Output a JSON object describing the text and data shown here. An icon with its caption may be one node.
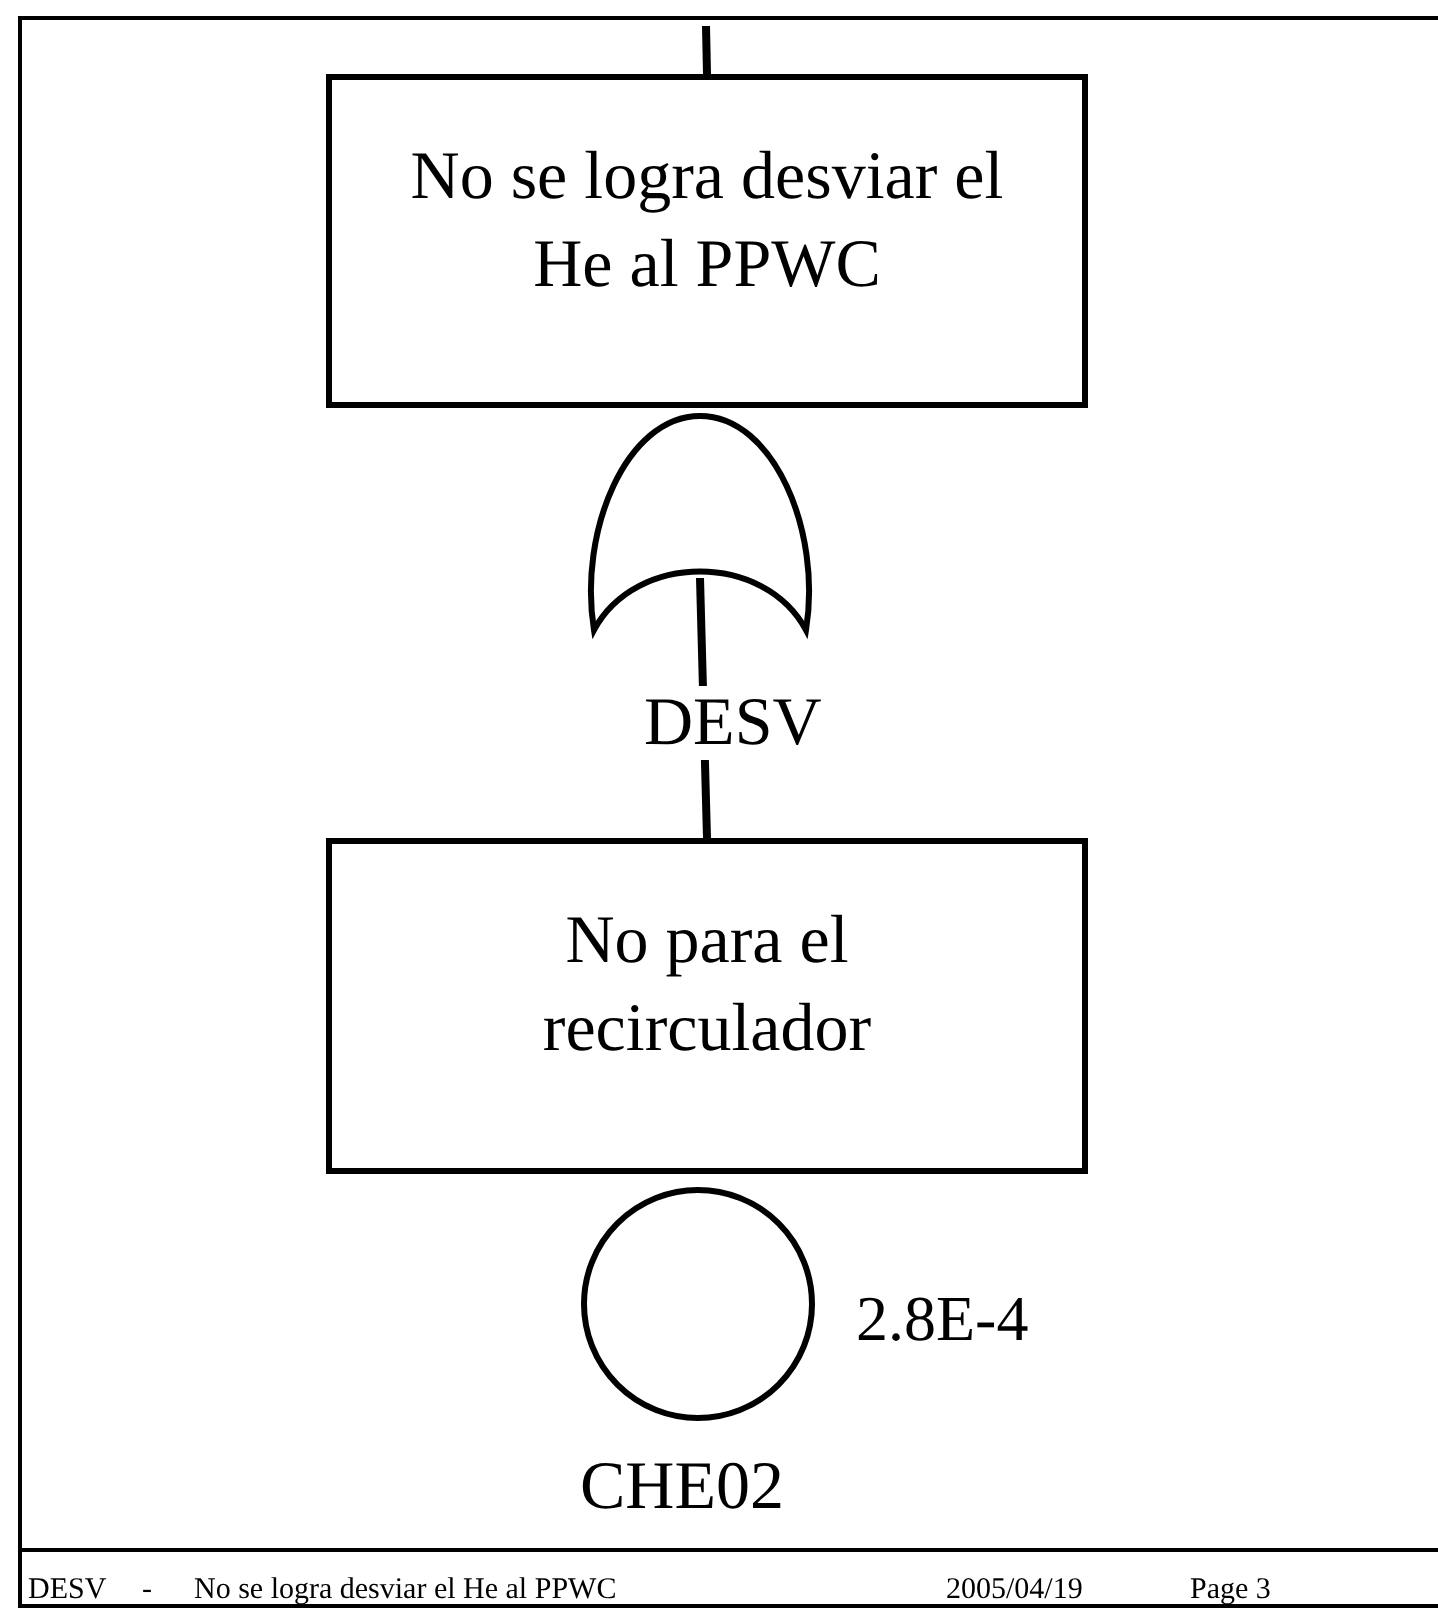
{
  "diagram": {
    "nodes": [
      {
        "text": [
          "No se logra desviar el He al PPWC"
        ]
      },
      {
        "text": [],
        "shape": "gate",
        "beside": [
          "DESV"
        ]
      },
      {
        "text": [
          "No para el recirculador"
        ]
      },
      {
        "text": [],
        "shape": "circle",
        "beside": [
          "2.8E-4",
          "CHE02"
        ]
      }
    ],
    "edges": [
      {
        "from": null,
        "to": 0,
        "arrow": "none"
      },
      {
        "from": 1,
        "to": 2,
        "arrow": "none"
      }
    ],
    "labels": [
      "DESV",
      "-",
      "No se logra desviar el He al PPWC",
      "2005/04/19",
      "Page 3"
    ]
  }
}
